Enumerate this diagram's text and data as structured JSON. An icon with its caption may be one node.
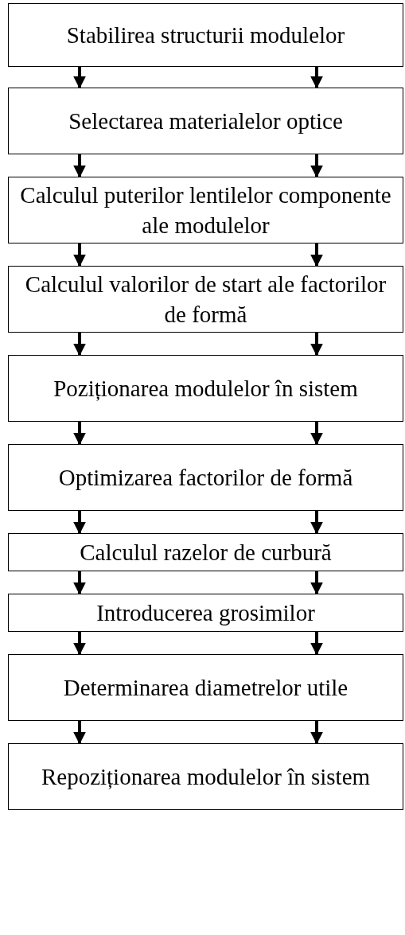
{
  "diagram": {
    "nodes": [
      {
        "text": [
          "Stabilirea structurii modulelor"
        ]
      },
      {
        "text": [
          "Selectarea materialelor optice"
        ]
      },
      {
        "text": [
          "Calculul puterilor lentilelor componente ale modulelor"
        ]
      },
      {
        "text": [
          "Calculul valorilor de start ale factorilor de formă"
        ]
      },
      {
        "text": [
          "Poziționarea modulelor în sistem"
        ]
      },
      {
        "text": [
          "Optimizarea factorilor de formă"
        ]
      },
      {
        "text": [
          "Calculul razelor de curbură"
        ]
      },
      {
        "text": [
          "Introducerea grosimilor"
        ]
      },
      {
        "text": [
          "Determinarea diametrelor utile"
        ]
      },
      {
        "text": [
          "Repoziționarea modulelor în sistem"
        ]
      }
    ],
    "edges": [
      {
        "from": 0,
        "to": 1,
        "arrow": "to"
      },
      {
        "from": 0,
        "to": 1,
        "arrow": "to"
      },
      {
        "from": 1,
        "to": 2,
        "arrow": "to"
      },
      {
        "from": 1,
        "to": 2,
        "arrow": "to"
      },
      {
        "from": 2,
        "to": 3,
        "arrow": "to"
      },
      {
        "from": 2,
        "to": 3,
        "arrow": "to"
      },
      {
        "from": 3,
        "to": 4,
        "arrow": "to"
      },
      {
        "from": 3,
        "to": 4,
        "arrow": "to"
      },
      {
        "from": 4,
        "to": 5,
        "arrow": "to"
      },
      {
        "from": 4,
        "to": 5,
        "arrow": "to"
      },
      {
        "from": 5,
        "to": 6,
        "arrow": "to"
      },
      {
        "from": 5,
        "to": 6,
        "arrow": "to"
      },
      {
        "from": 6,
        "to": 7,
        "arrow": "to"
      },
      {
        "from": 6,
        "to": 7,
        "arrow": "to"
      },
      {
        "from": 7,
        "to": 8,
        "arrow": "to"
      },
      {
        "from": 7,
        "to": 8,
        "arrow": "to"
      },
      {
        "from": 8,
        "to": 9,
        "arrow": "to"
      },
      {
        "from": 8,
        "to": 9,
        "arrow": "to"
      }
    ]
  }
}
